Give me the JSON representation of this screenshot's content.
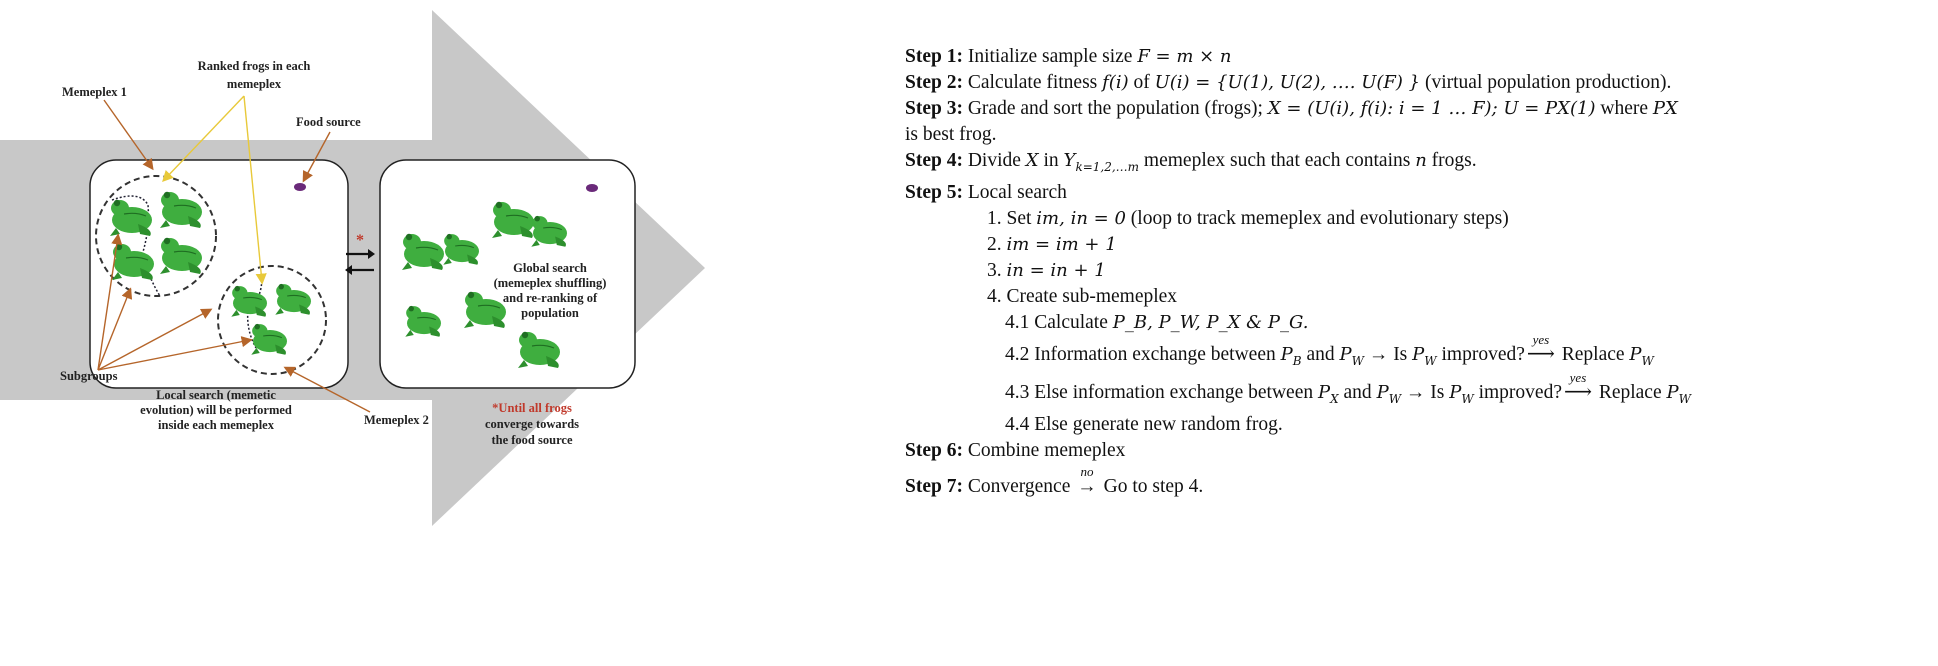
{
  "diagram": {
    "labels": {
      "memeplex1": "Memeplex 1",
      "ranked_line1": "Ranked frogs in each",
      "ranked_line2": "memeplex",
      "food_source": "Food source",
      "subgroups": "Subgroups",
      "local_line1": "Local search (memetic",
      "local_line2": "evolution) will be performed",
      "local_line3": "inside each memeplex",
      "memeplex2": "Memeplex 2",
      "global_line1": "Global search",
      "global_line2": "(memeplex shuffling)",
      "global_line3": "and re-ranking of",
      "global_line4": "population",
      "until_line1": "*Until all frogs",
      "until_line2": "converge towards",
      "until_line3": "the food source",
      "asterisk": "*"
    },
    "colors": {
      "arrow": "#c8c8c8",
      "frog": "#3fae3f",
      "frog_dark": "#1f6e22",
      "leader_line": "#b5652a",
      "yellow_line": "#e8c93a",
      "food": "#6a2a7a"
    }
  },
  "steps": {
    "s1": {
      "label": "Step 1:",
      "text": "Initialize sample size ",
      "math": "F = m × n"
    },
    "s2": {
      "label": "Step 2:",
      "pre": "Calculate fitness ",
      "m1": "f(i)",
      "mid": " of ",
      "m2": "U(i) = {U(1), U(2), …. U(F) }",
      "post": " (virtual population production)."
    },
    "s3": {
      "label": "Step 3:",
      "pre": "Grade and sort the population (frogs); ",
      "m1": "X = (U(i), f(i): i = 1 … F); U = PX(1)",
      "mid": " where ",
      "m2": "PX",
      "cont": "is best frog."
    },
    "s4": {
      "label": "Step 4:",
      "pre": "Divide ",
      "m1": "X",
      "mid": " in ",
      "m2": "Y",
      "sub": "k=1,2,…m",
      "post": " memeplex such that each contains ",
      "m3": "n",
      "post2": " frogs."
    },
    "s5": {
      "label": "Step 5:",
      "text": "Local search"
    },
    "s5_1": {
      "pre": "1. Set ",
      "m": "im, in = 0",
      "post": " (loop to track memeplex and evolutionary steps)"
    },
    "s5_2": {
      "pre": "2. ",
      "m": "im = im + 1"
    },
    "s5_3": {
      "pre": "3. ",
      "m": "in = in + 1"
    },
    "s5_4": {
      "text": "4. Create sub-memeplex"
    },
    "s5_4_1": {
      "pre": "4.1 Calculate ",
      "m": "P_B, P_W, P_X & P_G."
    },
    "s5_4_2": {
      "pre": "4.2 Information exchange between ",
      "a": "P",
      "as": "B",
      "and": " and ",
      "b": "P",
      "bs": "W",
      "arrow": " → Is ",
      "c": "P",
      "cs": "W",
      "imp": " improved?",
      "over": "yes",
      "post": " Replace ",
      "d": "P",
      "ds": "W"
    },
    "s5_4_3": {
      "pre": "4.3 Else information exchange between ",
      "a": "P",
      "as": "X",
      "and": " and ",
      "b": "P",
      "bs": "W",
      "arrow": " → Is ",
      "c": "P",
      "cs": "W",
      "imp": " improved?",
      "over": "yes",
      "post": " Replace ",
      "d": "P",
      "ds": "W"
    },
    "s5_4_4": {
      "text": "4.4 Else generate new random frog."
    },
    "s6": {
      "label": "Step 6:",
      "text": "Combine memeplex"
    },
    "s7": {
      "label": "Step 7:",
      "pre": "Convergence ",
      "over": "no",
      "post": " Go to step 4."
    }
  }
}
